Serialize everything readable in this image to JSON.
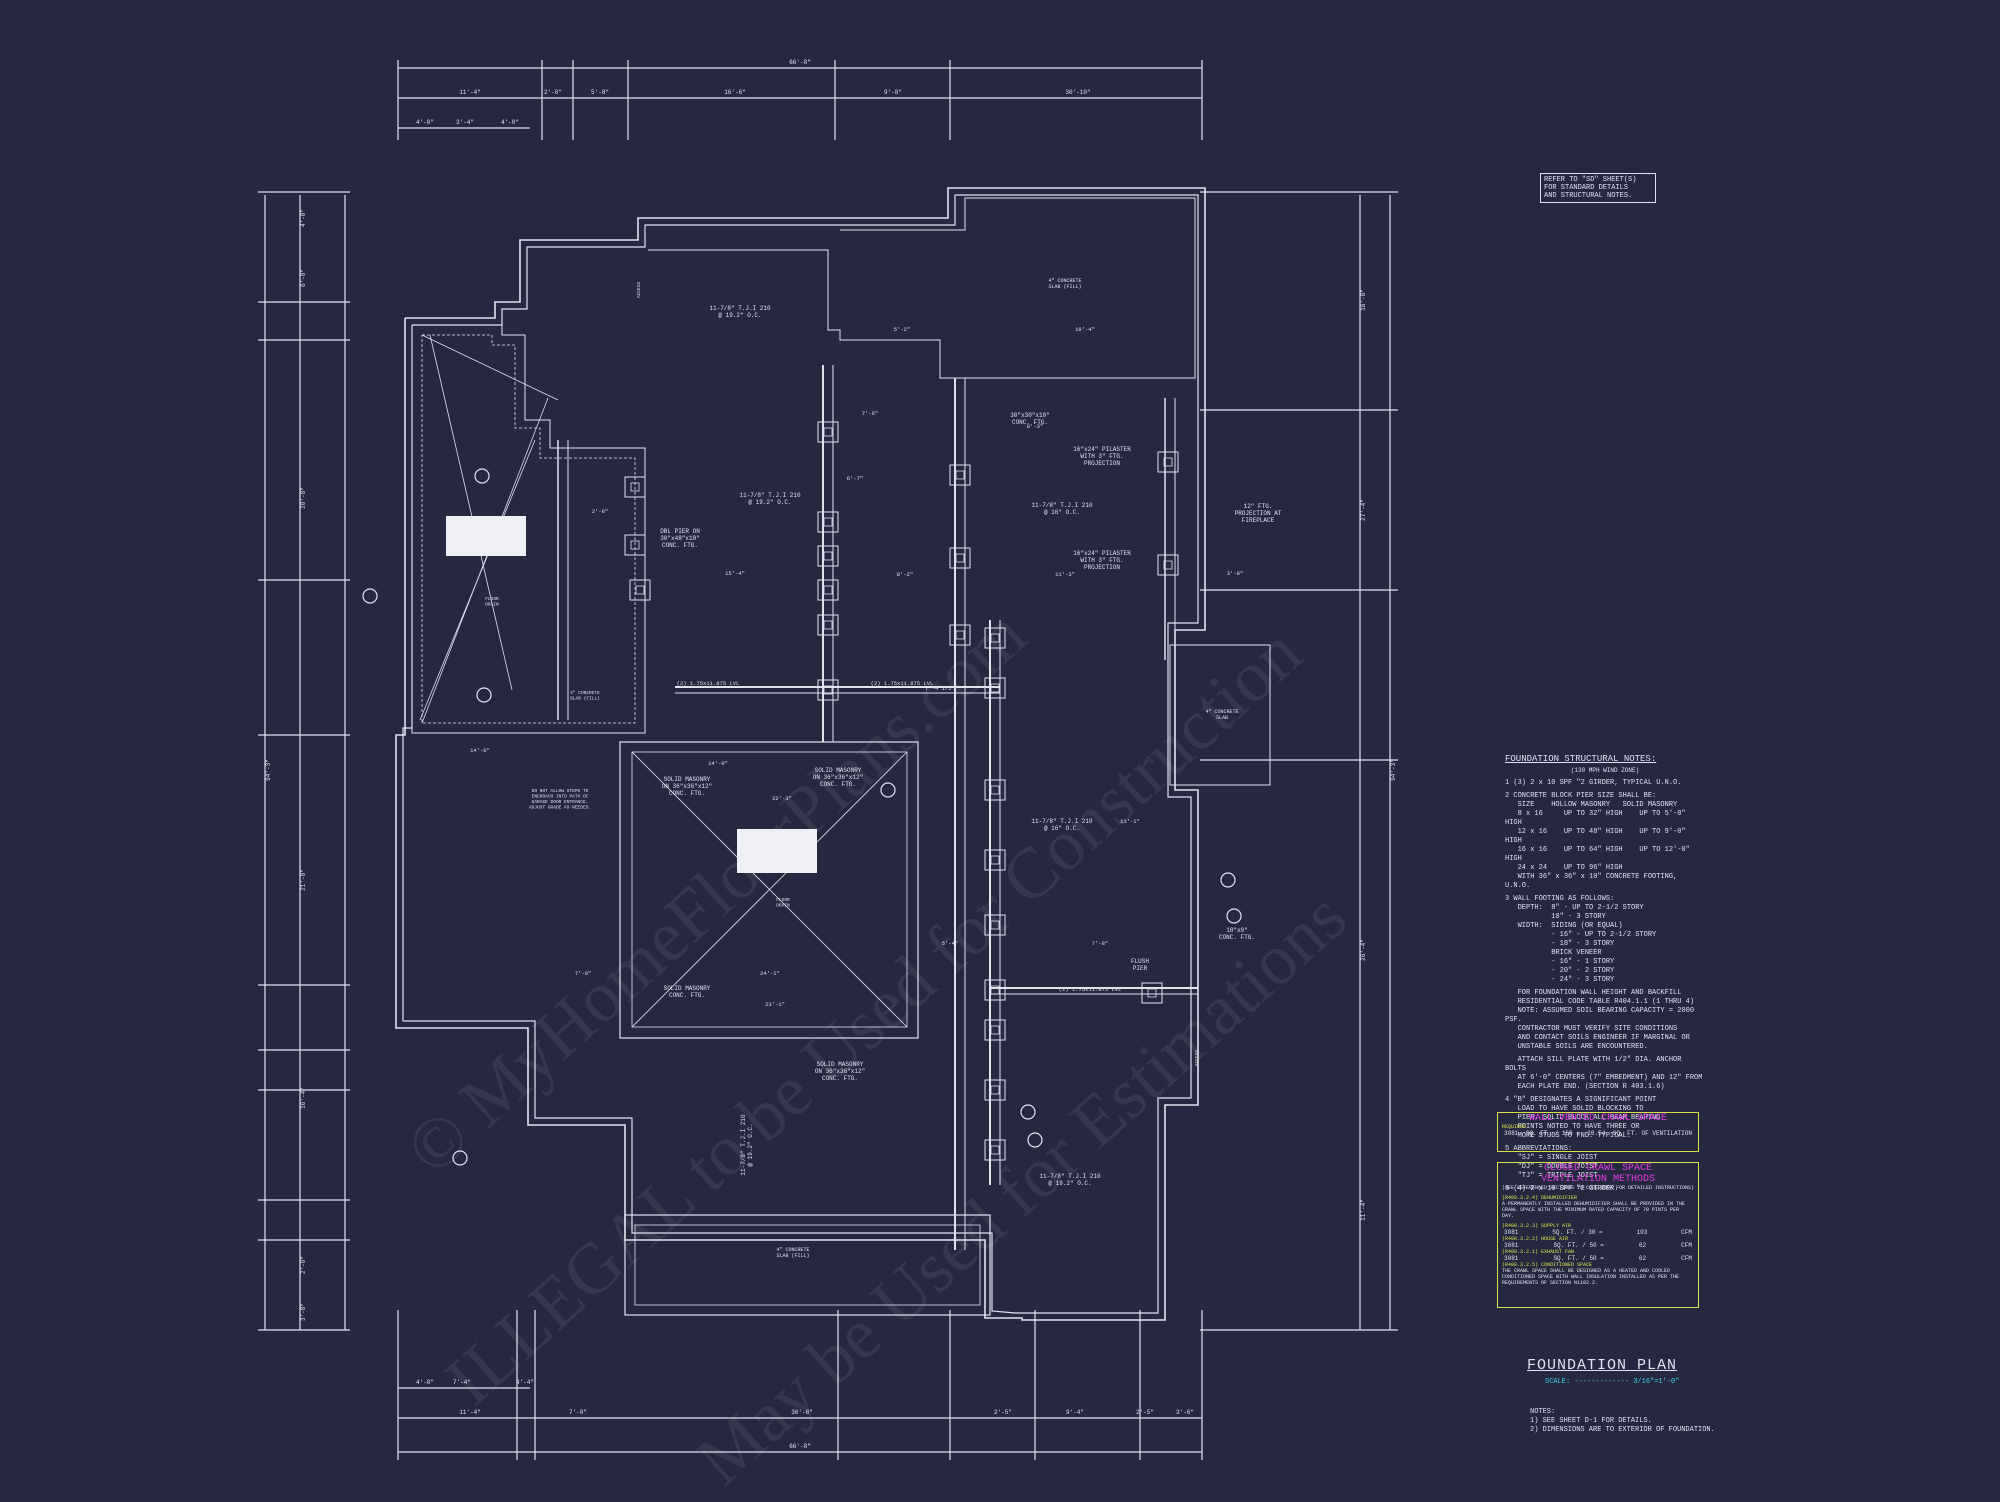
{
  "refer_note": "REFER TO \"SD\" SHEET(S)\nFOR STANDARD DETAILS\nAND STRUCTURAL NOTES.",
  "top_dims": {
    "overall": "66'-8\"",
    "row1": [
      "11'-4\"",
      "2'-8\"",
      "5'-8\"",
      "16'-6\"",
      "9'-8\"",
      "30'-10\""
    ],
    "row2": [
      "4'-0\"",
      "3'-4\"",
      "4'-0\""
    ]
  },
  "bottom_dims": {
    "overall": "66'-8\"",
    "row1": [
      "11'-4\"",
      "7'-0\"",
      "30'-8\"",
      "2'-5\"",
      "9'-4\"",
      "2'-5\"",
      "3'-6\""
    ],
    "row2": [
      "4'-8\"",
      "7'-4\"",
      "4'-4\""
    ]
  },
  "side_dims": {
    "left_overall": "94'-3\"",
    "right_overall": "94'-3\"",
    "left": [
      "4'-0\"",
      "6'-8\"",
      "20'-8\"",
      "21'-8\"",
      "16'-4\"",
      "2'-0\"",
      "3'-8\""
    ],
    "right": [
      "16'-8\"",
      "27'-4\"",
      "26'-4\"",
      "11'-4\""
    ]
  },
  "plan_labels": {
    "slab_top": "4\" CONCRETE\nSLAB (FILL)",
    "slab_right": "4\" CONCRETE\nSLAB",
    "slab_bottom": "4\" CONCRETE\nSLAB (FILL)",
    "slab_small": "4\" CONCRETE\nSLAB (FILL)",
    "joist_1": "11-7/8\" T.J.I 210\n@ 19.2\" O.C.",
    "joist_2": "11-7/8\" T.J.I 210\n@ 19.2\" O.C.",
    "joist_3": "11-7/8\" T.J.I 210\n@ 16\" O.C.",
    "joist_4": "11-7/8\" T.J.I 210\n@ 16\" O.C.",
    "joist_5": "11-7/8\" T.J.I 210\n@ 19.2\" O.C.",
    "joist_vert": "11-7/8\" T.J.I 210\n@ 19.2\" O.C.",
    "pilaster_1": "16\"x24\" PILASTER\nWITH 3\" FTG.\nPROJECTION",
    "pilaster_2": "16\"x24\" PILASTER\nWITH 3\" FTG.\nPROJECTION",
    "conc_ftg": "30\"x30\"x10\"\nCONC. FTG.",
    "fireplace": "12\" FTG.\nPROJECTION AT\nFIREPLACE",
    "dbl_pier": "DBL PIER ON\n30\"x48\"x10\"\nCONC. FTG.",
    "solid_1": "SOLID MASONRY\nON 36\"x36\"x12\"\nCONC. FTG.",
    "solid_2": "SOLID MASONRY\nON 36\"x36\"x12\"\nCONC. FTG.",
    "solid_3": "SOLID MASONRY\nCONC. FTG.",
    "solid_4": "SOLID MASONRY\nON 36\"x36\"x12\"\nCONC. FTG.",
    "lvl_1": "(2) 1.75x11.875 LVL",
    "lvl_2": "(2) 1.75x11.875 LVL",
    "lvl_3": "(2) 1.75x11.875 LVL",
    "flush_pier": "FLUSH\nPIER",
    "floor_drain_1": "FLOOR\nDRAIN",
    "floor_drain_2": "FLOOR\nDRAIN",
    "garage_note": "DO NOT ALLOW STEPS TO\nENCROACH INTO PATH OF\nGARAGE DOOR ENTRANCE.\nADJUST GRADE AS NEEDED.",
    "ftg_18": "18\"x8\"\nCONC. FTG.",
    "access_1": "ACCESS",
    "access_2": "ACCESS",
    "dims_misc": [
      "5'-2\"",
      "19'-4\"",
      "15'-4\"",
      "11'-3\"",
      "8'-2\"",
      "24'-1\"",
      "23'-1\"",
      "22'-3\"",
      "14'-9\"",
      "14'-0\"",
      "11'-1\"",
      "7'-8\"",
      "7'-0\"",
      "5'-4\"",
      "2'-8\"",
      "3'-8\"",
      "7'-6\"",
      "6'-7\"",
      "7'-4 1/2\"",
      "8'-3\""
    ]
  },
  "structural_notes": {
    "title": "FOUNDATION STRUCTURAL NOTES:",
    "subtitle": "(130 MPH WIND ZONE)",
    "items": [
      "1 (3) 2 x 10 SPF \"2 GIRDER, TYPICAL U.N.O.",
      "2 CONCRETE BLOCK PIER SIZE SHALL BE:\n   SIZE    HOLLOW MASONRY   SOLID MASONRY\n   8 x 16     UP TO 32\" HIGH    UP TO 5'-0\" HIGH\n   12 x 16    UP TO 48\" HIGH    UP TO 9'-0\" HIGH\n   16 x 16    UP TO 64\" HIGH    UP TO 12'-0\" HIGH\n   24 x 24    UP TO 96\" HIGH\n   WITH 36\" x 36\" x 10\" CONCRETE FOOTING, U.N.O.",
      "3 WALL FOOTING AS FOLLOWS:\n   DEPTH:  8\" - UP TO 2-1/2 STORY\n           10\" - 3 STORY\n   WIDTH:  SIDING (OR EQUAL)\n           - 16\" - UP TO 2-1/2 STORY\n           - 18\" - 3 STORY\n           BRICK VENEER\n           - 16\" - 1 STORY\n           - 20\" - 2 STORY\n           - 24\" - 3 STORY",
      "   FOR FOUNDATION WALL HEIGHT AND BACKFILL\n   RESIDENTIAL CODE TABLE R404.1.1 (1 THRU 4)\n   NOTE: ASSUMED SOIL BEARING CAPACITY = 2000 PSF.\n   CONTRACTOR MUST VERIFY SITE CONDITIONS\n   AND CONTACT SOILS ENGINEER IF MARGINAL OR\n   UNSTABLE SOILS ARE ENCOUNTERED.",
      "   ATTACH SILL PLATE WITH 1/2\" DIA. ANCHOR BOLTS\n   AT 6'-0\" CENTERS (7\" EMBEDMENT) AND 12\" FROM\n   EACH PLATE END. (SECTION R 403.1.6)",
      "4 \"B\" DESIGNATES A SIGNIFICANT POINT\n   LOAD TO HAVE SOLID BLOCKING TO\n   PIER. SOLID BLOCK ALL BEAM BEARING\n   POINTS NOTED TO HAVE THREE OR\n   MORE STUDS TO FND. TYPICAL.",
      "5 ABBREVIATIONS:\n   \"SJ\" = SINGLE JOIST\n   \"DJ\" = DOUBLE JOIST\n   \"TJ\" = TRIPLE JOIST",
      "6 (4) 2 x 10 SPF \"2 GIRDER."
    ]
  },
  "wall_vented": {
    "title": "WALL VENTED CRAWL SPACE",
    "required": "REQUIRED",
    "area": "3081",
    "unit1": "SQ. FT. / 150 =",
    "vent": "20.54",
    "unit2": "SQ. FT. OF VENTILATION"
  },
  "closed_crawl": {
    "title": "CLOSED CRAWL SPACE\nVENTILATION METHODS",
    "subtitle": "(SEE REFERENCED SECTIONS IN CODE BOOK FOR DETAILED INSTRUCTIONS)",
    "dehumidifier_label": "(R408.3.2.4) DEHUMIDIFIER",
    "dehumidifier_text": "A PERMANENTLY INSTALLED DEHUMIDIFIER SHALL BE PROVIDED IN THE CRAWL SPACE WITH THE MINIMUM RATED CAPACITY OF 70 PINTS PER DAY.",
    "supply_label": "(R408.3.2.3) SUPPLY AIR",
    "supply": [
      "3081",
      "SQ. FT. / 30 =",
      "103",
      "CFM"
    ],
    "house_label": "(R408.3.2.2) HOUSE AIR",
    "house": [
      "3081",
      "SQ. FT. / 50 =",
      "62",
      "CFM"
    ],
    "exhaust_label": "(R408.3.2.1) EXHAUST FAN",
    "exhaust": [
      "3081",
      "SQ. FT. / 50 =",
      "62",
      "CFM"
    ],
    "conditioned_label": "(R408.3.2.5) CONDITIONED SPACE",
    "conditioned_text": "THE CRAWL SPACE SHALL BE DESIGNED AS A HEATED AND COOLED CONDITIONED SPACE WITH WALL INSULATION INSTALLED AS PER THE REQUIREMENTS OF SECTION N1102.2."
  },
  "title_block": {
    "title": "FOUNDATION PLAN",
    "scale": "SCALE: ------------- 3/16\"=1'-0\"",
    "notes": "NOTES:\n1) SEE SHEET D-1 FOR DETAILS.\n2) DIMENSIONS ARE TO EXTERIOR OF FOUNDATION."
  },
  "watermarks": {
    "line1": "© MyHomeFloorPlans.com",
    "line2": "ILLEGAL to be Used for Construction",
    "line3": "May be Used for Estimations"
  },
  "colors": {
    "background": "#262840",
    "linework": "#dfe3ee",
    "highlight_yellow": "#d7e24a",
    "highlight_magenta": "#e23ce6",
    "scale_cyan": "#3fd6e8"
  }
}
